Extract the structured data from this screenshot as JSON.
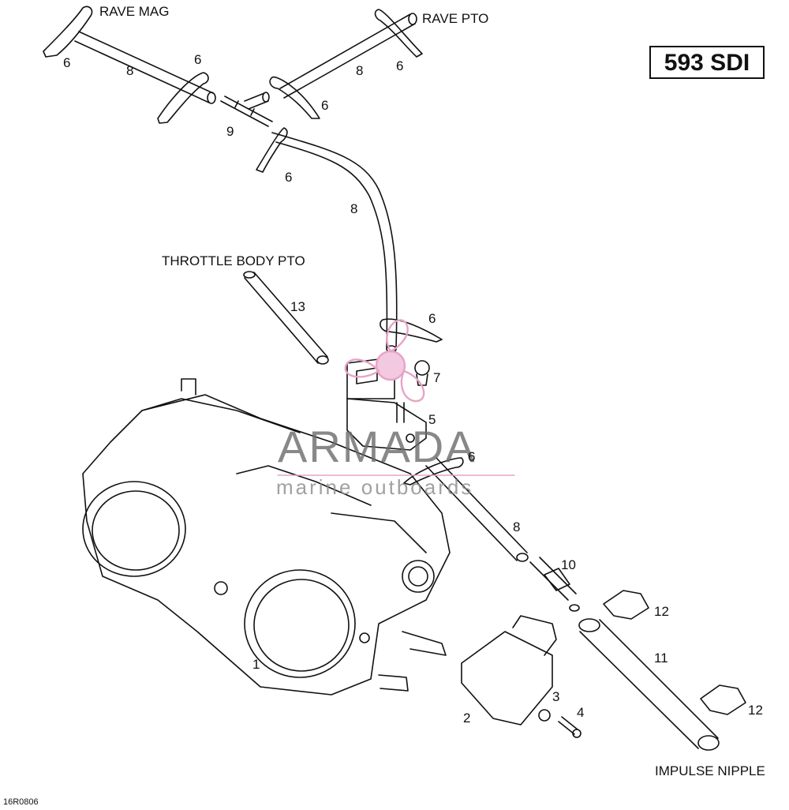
{
  "model": "593 SDI",
  "reference": "16R0806",
  "watermark": {
    "brand": "ARMADA",
    "tagline": "marine outboards",
    "brand_color": "#e7a3c8"
  },
  "locations": {
    "rave_mag": "RAVE MAG",
    "rave_pto": "RAVE PTO",
    "throttle_body_pto": "THROTTLE BODY PTO",
    "impulse_nipple": "IMPULSE NIPPLE"
  },
  "callouts": [
    "1",
    "2",
    "3",
    "4",
    "5",
    "6",
    "6",
    "6",
    "6",
    "6",
    "6",
    "6",
    "7",
    "8",
    "8",
    "8",
    "8",
    "9",
    "10",
    "11",
    "12",
    "12",
    "13"
  ]
}
